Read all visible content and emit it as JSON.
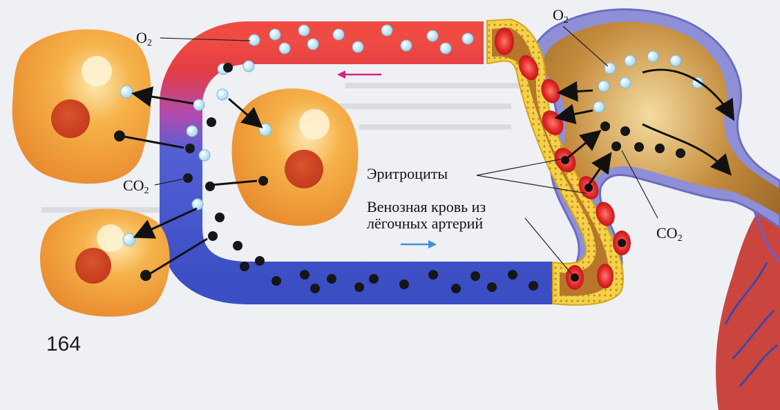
{
  "page_number": "164",
  "labels": {
    "o2_left": {
      "base": "O",
      "sub": "2"
    },
    "o2_right": {
      "base": "O",
      "sub": "2"
    },
    "co2_left": {
      "base": "CO",
      "sub": "2"
    },
    "co2_right": {
      "base": "CO",
      "sub": "2"
    },
    "erythrocytes": "Эритроциты",
    "venous_line1": "Венозная кровь из",
    "venous_line2": "лёгочных артерий"
  },
  "colors": {
    "arterial": "#e2383f",
    "venous": "#3d52c4",
    "cell": "#f0a035",
    "alveolus": "#a9742f",
    "arrow_arterial": "#d8207f",
    "arrow_venous": "#3f8ee0"
  }
}
